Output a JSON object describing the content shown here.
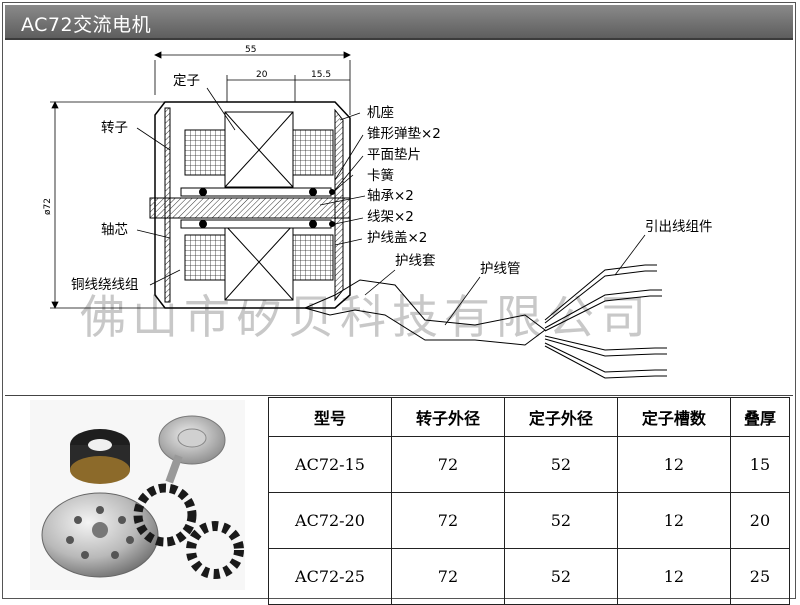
{
  "title": "AC72交流电机",
  "diagram": {
    "labels": {
      "stator": "定子",
      "rotor": "转子",
      "frame": "机座",
      "cone_spring": "锥形弹垫×2",
      "flat_washer": "平面垫片",
      "circlip": "卡簧",
      "bearing": "轴承×2",
      "bobbin": "线架×2",
      "wire_cover": "护线盖×2",
      "wire_sleeve": "护线套",
      "wire_tube": "护线管",
      "lead_assembly": "引出线组件",
      "shaft": "轴芯",
      "copper_winding": "铜线绕线组"
    },
    "dimensions": {
      "overall": "55",
      "stator": "20",
      "offset": "15.5",
      "diameter": "ø72"
    },
    "watermark": "佛山市矽贝科技有限公司"
  },
  "table": {
    "headers": [
      "型号",
      "转子外径",
      "定子外径",
      "定子槽数",
      "叠厚"
    ],
    "rows": [
      [
        "AC72-15",
        "72",
        "52",
        "12",
        "15"
      ],
      [
        "AC72-20",
        "72",
        "52",
        "12",
        "20"
      ],
      [
        "AC72-25",
        "72",
        "52",
        "12",
        "25"
      ]
    ]
  }
}
